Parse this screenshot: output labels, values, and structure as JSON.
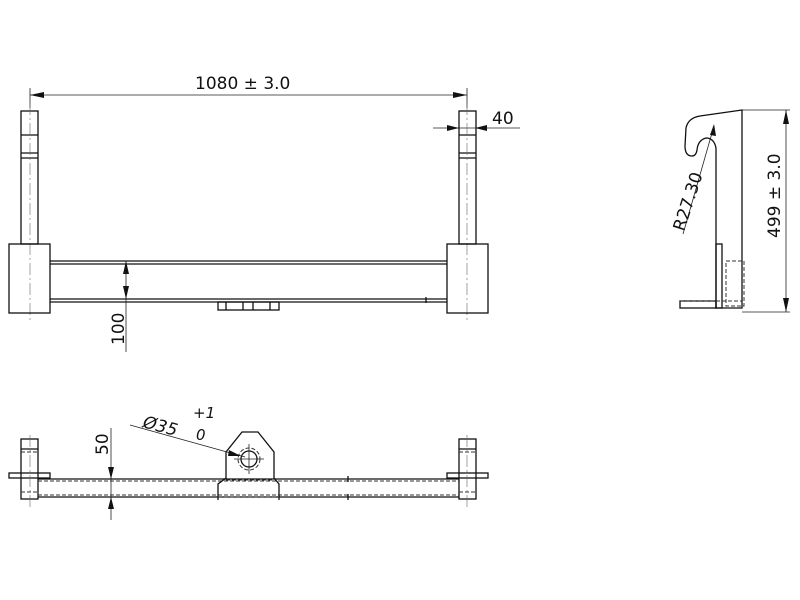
{
  "drawing": {
    "views": {
      "front": {
        "dimensions": {
          "overall_width": "1080 ± 3.0",
          "post_width": "40",
          "beam_height": "100"
        }
      },
      "side": {
        "dimensions": {
          "hook_radius": "R27.30",
          "overall_height": "499 ± 3.0"
        }
      },
      "top": {
        "dimensions": {
          "beam_depth": "50",
          "pin_hole_diameter": "Ø35",
          "pin_hole_tol_upper": "+1",
          "pin_hole_tol_lower": "0"
        }
      }
    }
  }
}
